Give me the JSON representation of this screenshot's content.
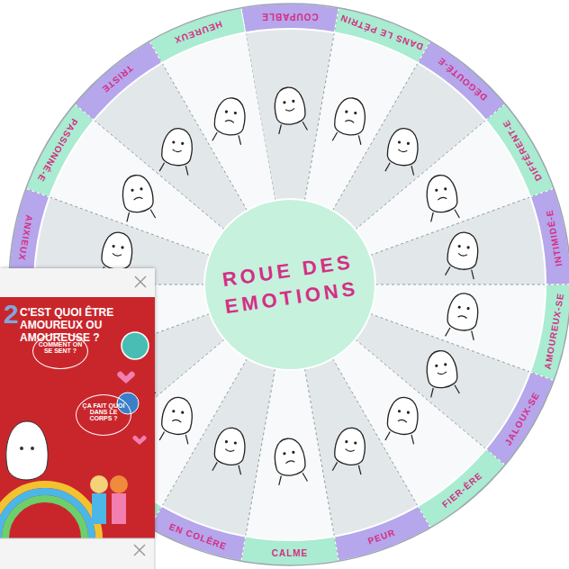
{
  "diagram": {
    "nodes": [
      {
        "text": [
          "ROUE DES EMOTIONS"
        ]
      },
      {
        "text": [
          "COUPABLE"
        ]
      },
      {
        "text": [
          "DANS LE PÉTRIN"
        ]
      },
      {
        "text": [
          "DÉGOUTÉ-E"
        ]
      },
      {
        "text": [
          "DIFFÉRENT-E"
        ]
      },
      {
        "text": [
          "INTIMIDÉ-E"
        ]
      },
      {
        "text": [
          "AMOUREUX-SE"
        ]
      },
      {
        "text": [
          "JALOUX-SE"
        ]
      },
      {
        "text": [
          "FIER-ÈRE"
        ]
      },
      {
        "text": [
          "PEUR"
        ]
      },
      {
        "text": [
          "CALME"
        ]
      },
      {
        "text": [
          "EN COLÈRE"
        ]
      },
      {
        "text": [
          "ANXIEUX"
        ]
      },
      {
        "text": [
          "PASSIONNÉ-E"
        ]
      },
      {
        "text": [
          "TRISTE"
        ]
      },
      {
        "text": [
          "HEUREUX"
        ]
      },
      {
        "text": [
          "2",
          "C'EST QUOI ÊTRE AMOUREUX OU AMOUREUSE ?"
        ]
      },
      {
        "text": [
          "COMMENT ON SE SENT ?"
        ],
        "in": 16
      },
      {
        "text": [
          "ÇA FAIT QUOI DANS LE CORPS ?"
        ],
        "in": 16
      }
    ]
  }
}
